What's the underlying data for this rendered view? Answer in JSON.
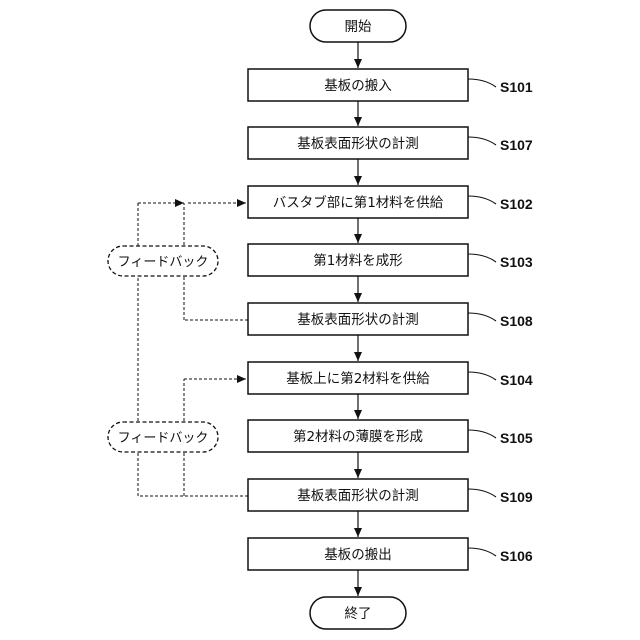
{
  "flowchart": {
    "start": "開始",
    "end": "終了",
    "steps": [
      {
        "label": "基板の搬入",
        "code": "S101"
      },
      {
        "label": "基板表面形状の計測",
        "code": "S107"
      },
      {
        "label": "バスタブ部に第1材料を供給",
        "code": "S102"
      },
      {
        "label": "第1材料を成形",
        "code": "S103"
      },
      {
        "label": "基板表面形状の計測",
        "code": "S108"
      },
      {
        "label": "基板上に第2材料を供給",
        "code": "S104"
      },
      {
        "label": "第2材料の薄膜を形成",
        "code": "S105"
      },
      {
        "label": "基板表面形状の計測",
        "code": "S109"
      },
      {
        "label": "基板の搬出",
        "code": "S106"
      }
    ],
    "feedback": [
      {
        "label": "フィードバック"
      },
      {
        "label": "フィードバック"
      }
    ]
  }
}
